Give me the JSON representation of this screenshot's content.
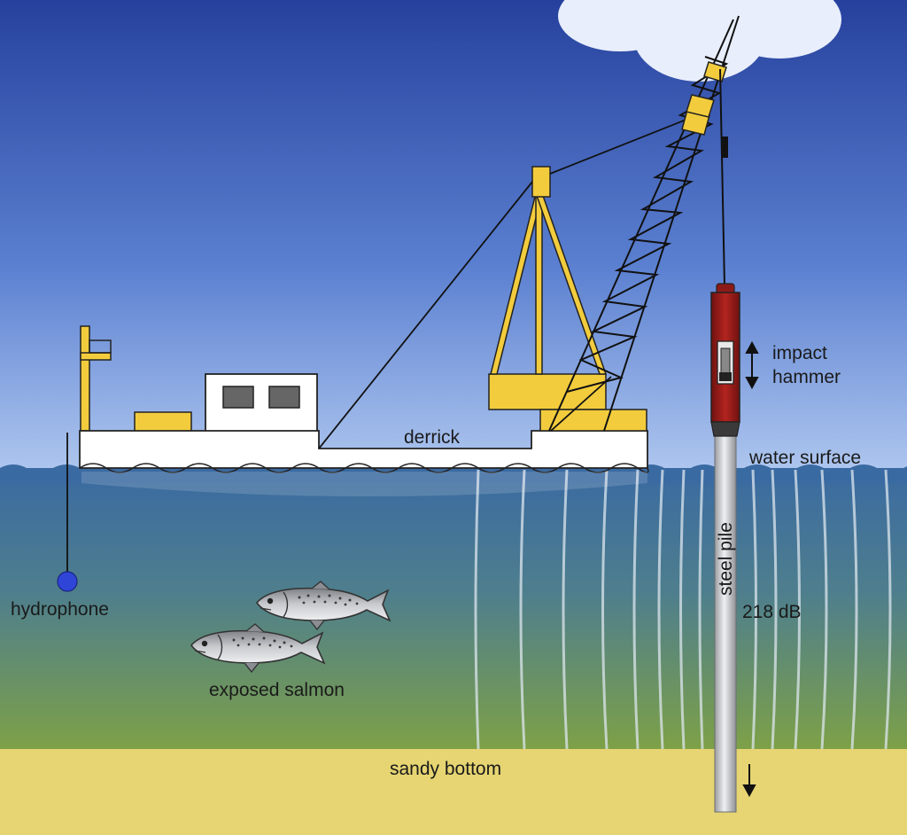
{
  "labels": {
    "derrick": "derrick",
    "impact_hammer_line1": "impact",
    "impact_hammer_line2": "hammer",
    "water_surface": "water surface",
    "steel_pile": "steel pile",
    "sound_level": "218 dB",
    "hydrophone": "hydrophone",
    "exposed_salmon": "exposed salmon",
    "sandy_bottom": "sandy bottom"
  },
  "colors": {
    "sky_top": "#26419d",
    "sky_bottom": "#a9c3ee",
    "water_top": "#3d6ea0",
    "water_bottom": "#79a04a",
    "sand": "#e6d572",
    "crane_yellow": "#f2cc3d",
    "hammer_red": "#a3201d",
    "pile_grey": "#cfd1d4"
  },
  "icons": [
    "cloud-icon",
    "salmon-icon",
    "hydrophone-icon",
    "up-down-arrow-icon",
    "down-arrow-icon"
  ]
}
